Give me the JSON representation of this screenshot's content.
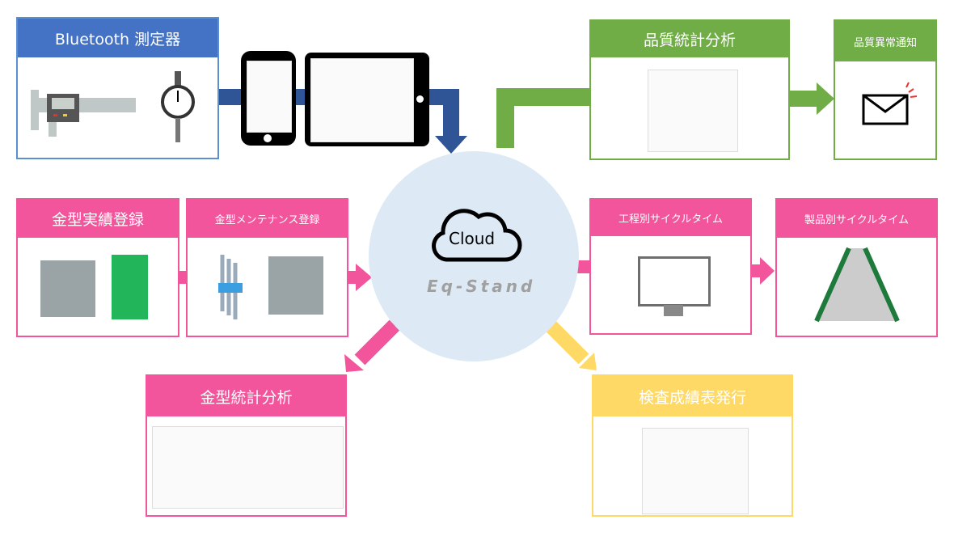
{
  "colors": {
    "blue": "#4472C4",
    "green": "#70AD47",
    "pink": "#F2559B",
    "yellow": "#FFD966",
    "cloud_circle": "#DDEAF6",
    "arrow_blue": "#2F5597"
  },
  "boxes": {
    "bluetooth": "Bluetooth 測定器",
    "quality_stats": "品質統計分析",
    "quality_alert": "品質異常通知",
    "mold_record": "金型実績登録",
    "mold_maintenance": "金型メンテナンス登録",
    "process_cycle": "工程別サイクルタイム",
    "product_cycle": "製品別サイクルタイム",
    "mold_stats": "金型統計分析",
    "inspection_report": "検査成績表発行"
  },
  "cloud": {
    "label": "Cloud",
    "brand": "Eq-Stand"
  },
  "icons": [
    "caliper-icon",
    "dial-gauge-icon",
    "smartphone-icon",
    "tablet-icon",
    "envelope-icon",
    "mold-icon",
    "press-machine-icon",
    "hex-key-icon",
    "monitor-gantt-icon",
    "conveyor-icon"
  ]
}
